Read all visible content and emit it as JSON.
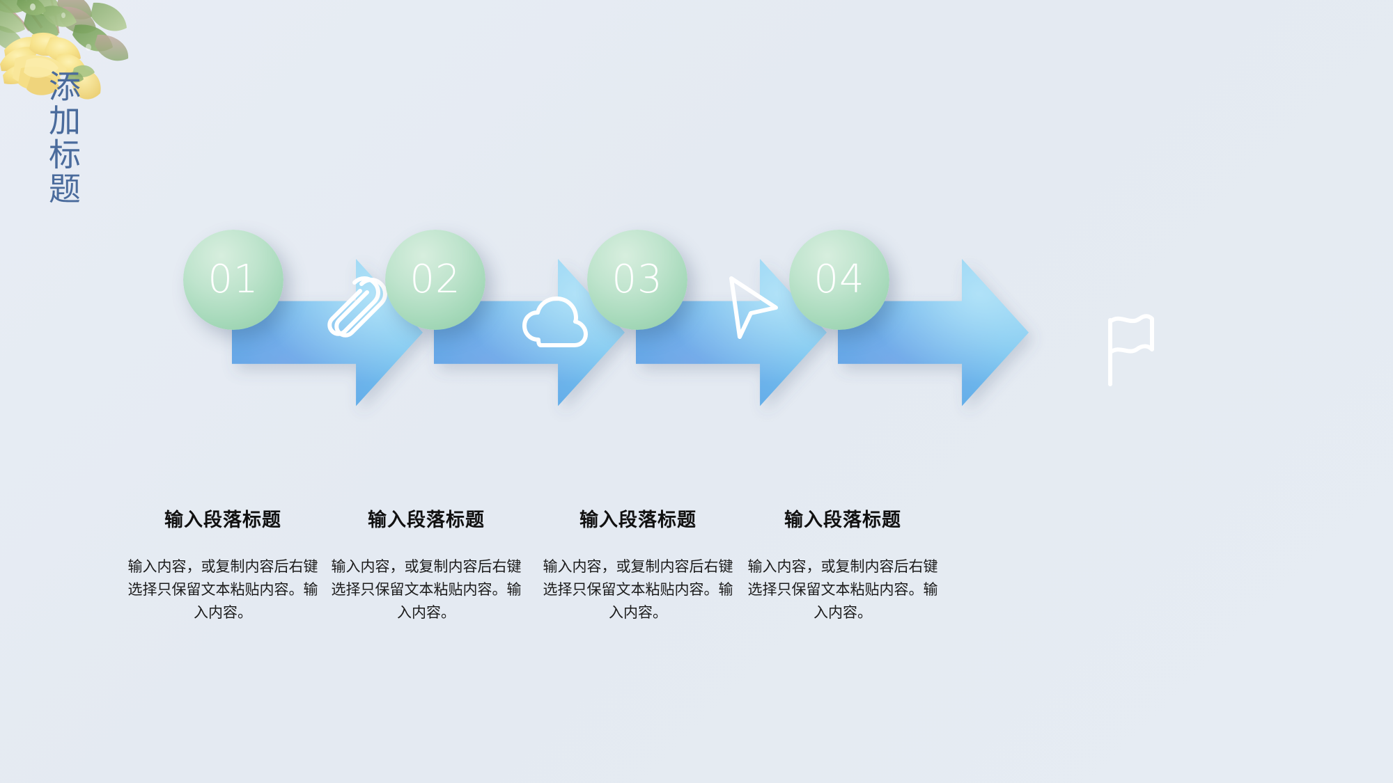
{
  "slide": {
    "background_color": "#e5ebf3",
    "title": "添加标题",
    "title_color": "#4a6b9c",
    "decoration": "watercolor-yellow-flower-leaves"
  },
  "accent": {
    "arrow_fill": "#57a8e8",
    "arrow_fill_light": "#8fd0f0",
    "circle_fill": "#9ed8b6",
    "number_color": "#ffffff",
    "icon_color": "#ffffff",
    "heading_color": "#111111",
    "body_color": "#1b1b1b"
  },
  "steps": [
    {
      "number": "01",
      "icon": "paperclip-icon",
      "title": "输入段落标题",
      "body": "输入内容，或复制内容后右键选择只保留文本粘贴内容。输入内容。"
    },
    {
      "number": "02",
      "icon": "cloud-icon",
      "title": "输入段落标题",
      "body": "输入内容，或复制内容后右键选择只保留文本粘贴内容。输入内容。"
    },
    {
      "number": "03",
      "icon": "cursor-arrow-icon",
      "title": "输入段落标题",
      "body": "输入内容，或复制内容后右键选择只保留文本粘贴内容。输入内容。"
    },
    {
      "number": "04",
      "icon": "flag-icon",
      "title": "输入段落标题",
      "body": "输入内容，或复制内容后右键选择只保留文本粘贴内容。输入内容。"
    }
  ]
}
